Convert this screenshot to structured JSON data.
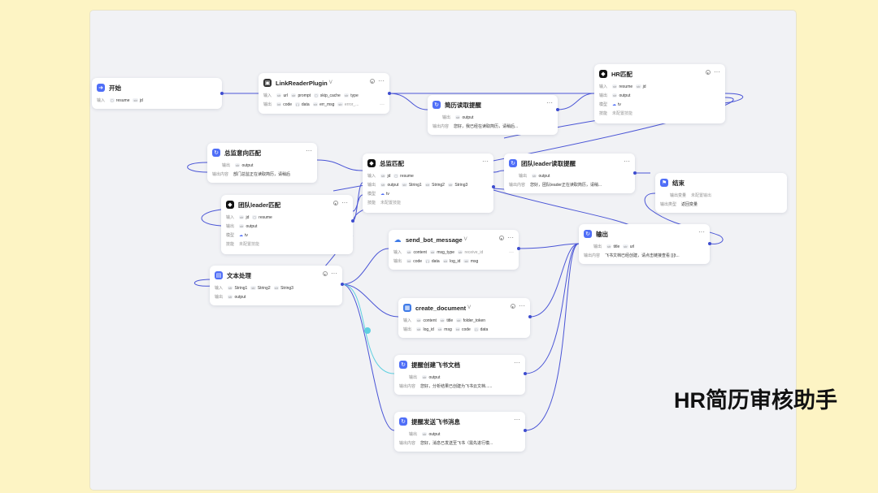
{
  "page_title": "HR简历审核助手",
  "colors": {
    "edge": "#4a55d6",
    "edge_active": "#5fd0e0",
    "node_icon_blue": "#4f6ef7",
    "node_icon_dark": "#111111"
  },
  "common": {
    "input_label": "输入",
    "output_label": "输出",
    "output_content_label": "输出内容",
    "model_label": "模型",
    "skill_label": "技能",
    "skill_value": "未配置技能",
    "output_type_label": "输出类型",
    "output_value_label": "输出变量",
    "more": "···",
    "ellipsis": "···"
  },
  "nodes": {
    "start": {
      "title": "开始",
      "icon": "arrow-right-icon",
      "inputs": [
        {
          "type": "",
          "name": "resume"
        },
        {
          "type": "str",
          "name": "jd"
        }
      ]
    },
    "link_reader": {
      "title": "LinkReaderPlugin",
      "version": "V",
      "icon": "plugin-icon",
      "inputs": [
        {
          "type": "str",
          "name": "url"
        },
        {
          "type": "str",
          "name": "prompt"
        },
        {
          "type": "",
          "name": "skip_cache"
        },
        {
          "type": "str",
          "name": "type"
        }
      ],
      "outputs": [
        {
          "type": "int",
          "name": "code"
        },
        {
          "type": "{ }",
          "name": "data"
        },
        {
          "type": "str",
          "name": "err_msg"
        },
        {
          "type": "str",
          "name": "error_..."
        }
      ]
    },
    "resume_reminder": {
      "title": "简历读取提醒",
      "icon": "message-icon",
      "outputs": [
        {
          "type": "str",
          "name": "output"
        }
      ],
      "content": "您好，我已经在读取简历，请稍后..."
    },
    "hr_match": {
      "title": "HR匹配",
      "icon": "llm-icon",
      "inputs": [
        {
          "type": "str",
          "name": "resume"
        },
        {
          "type": "str",
          "name": "jd"
        }
      ],
      "outputs": [
        {
          "type": "str",
          "name": "output"
        }
      ],
      "model": "tv"
    },
    "director_intent": {
      "title": "总监意向匹配",
      "icon": "message-icon",
      "outputs": [
        {
          "type": "str",
          "name": "output"
        }
      ],
      "content": "部门总监正在读取简历，请稍后"
    },
    "director_match": {
      "title": "总监匹配",
      "icon": "llm-icon",
      "inputs": [
        {
          "type": "str",
          "name": "jd"
        },
        {
          "type": "",
          "name": "resume"
        }
      ],
      "outputs": [
        {
          "type": "str",
          "name": "output"
        },
        {
          "type": "str",
          "name": "String1"
        },
        {
          "type": "str",
          "name": "String2"
        },
        {
          "type": "str",
          "name": "String3"
        }
      ],
      "model": "tv"
    },
    "leader_reminder": {
      "title": "团队leader读取提醒",
      "icon": "message-icon",
      "outputs": [
        {
          "type": "str",
          "name": "output"
        }
      ],
      "content": "您好，团队leader正在读取简历，请稍..."
    },
    "end": {
      "title": "结束",
      "icon": "flag-icon",
      "output_value": "未配置输出",
      "answer_type": "返回变量"
    },
    "leader_match": {
      "title": "团队leader匹配",
      "icon": "llm-icon",
      "inputs": [
        {
          "type": "str",
          "name": "jd"
        },
        {
          "type": "",
          "name": "resume"
        }
      ],
      "outputs": [
        {
          "type": "str",
          "name": "output"
        }
      ],
      "model": "tv"
    },
    "send_bot": {
      "title": "send_bot_message",
      "version": "V",
      "icon": "bot-icon",
      "inputs": [
        {
          "type": "str",
          "name": "content"
        },
        {
          "type": "str",
          "name": "msg_type"
        },
        {
          "type": "str",
          "name": "receive_id"
        }
      ],
      "outputs": [
        {
          "type": "int",
          "name": "code"
        },
        {
          "type": "{ }",
          "name": "data"
        },
        {
          "type": "str",
          "name": "log_id"
        },
        {
          "type": "str",
          "name": "msg"
        }
      ]
    },
    "output": {
      "title": "输出",
      "icon": "message-icon",
      "inputs": [
        {
          "type": "str",
          "name": "title"
        },
        {
          "type": "str",
          "name": "url"
        }
      ],
      "content": "飞书文档已经创建，请点击链接查看 [{{t..."
    },
    "text_proc": {
      "title": "文本处理",
      "icon": "text-icon",
      "inputs": [
        {
          "type": "str",
          "name": "String1"
        },
        {
          "type": "str",
          "name": "String2"
        },
        {
          "type": "str",
          "name": "String3"
        }
      ],
      "outputs": [
        {
          "type": "str",
          "name": "output"
        }
      ]
    },
    "create_doc": {
      "title": "create_document",
      "version": "V",
      "icon": "doc-icon",
      "inputs": [
        {
          "type": "str",
          "name": "content"
        },
        {
          "type": "str",
          "name": "title"
        },
        {
          "type": "str",
          "name": "folder_token"
        }
      ],
      "outputs": [
        {
          "type": "str",
          "name": "log_id"
        },
        {
          "type": "str",
          "name": "msg"
        },
        {
          "type": "int",
          "name": "code"
        },
        {
          "type": "{ }",
          "name": "data"
        }
      ]
    },
    "doc_reminder": {
      "title": "提醒创建飞书文档",
      "icon": "message-icon",
      "outputs": [
        {
          "type": "str",
          "name": "output"
        }
      ],
      "content": "您好，分析结果已创建为飞书云文档......"
    },
    "msg_reminder": {
      "title": "提醒发送飞书消息",
      "icon": "message-icon",
      "outputs": [
        {
          "type": "str",
          "name": "output"
        }
      ],
      "content": "您好，消息已发送至飞书（需先进行模..."
    }
  }
}
